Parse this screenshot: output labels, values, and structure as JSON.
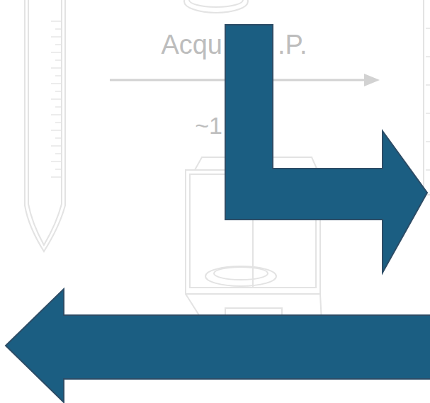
{
  "diagram": {
    "labels": [
      "Acqu",
      ".P.",
      "~1"
    ]
  }
}
